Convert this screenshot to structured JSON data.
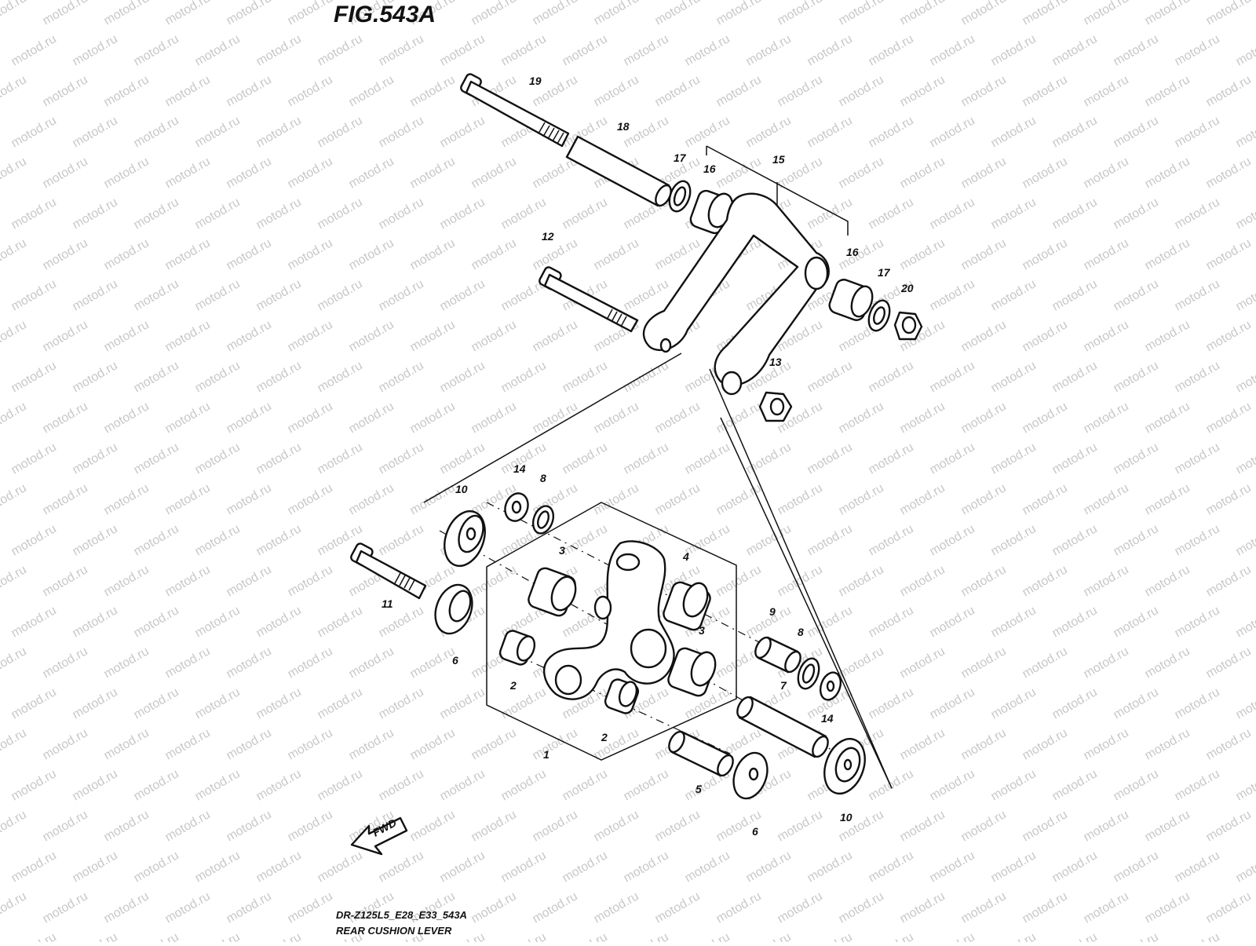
{
  "figure": {
    "title": "FIG.543A",
    "model_code": "DR-Z125L5_E28_E33_543A",
    "section_name": "REAR CUSHION LEVER"
  },
  "watermark": {
    "text": "motod.ru"
  },
  "direction_indicator": {
    "label": "FWD"
  },
  "callouts": [
    {
      "id": "c19",
      "text": "19"
    },
    {
      "id": "c18",
      "text": "18"
    },
    {
      "id": "c17a",
      "text": "17"
    },
    {
      "id": "c16a",
      "text": "16"
    },
    {
      "id": "c15",
      "text": "15"
    },
    {
      "id": "c12",
      "text": "12"
    },
    {
      "id": "c16b",
      "text": "16"
    },
    {
      "id": "c17b",
      "text": "17"
    },
    {
      "id": "c20",
      "text": "20"
    },
    {
      "id": "c13",
      "text": "13"
    },
    {
      "id": "c14a",
      "text": "14"
    },
    {
      "id": "c8a",
      "text": "8"
    },
    {
      "id": "c10a",
      "text": "10"
    },
    {
      "id": "c3a",
      "text": "3"
    },
    {
      "id": "c4",
      "text": "4"
    },
    {
      "id": "c11",
      "text": "11"
    },
    {
      "id": "c9",
      "text": "9"
    },
    {
      "id": "c8b",
      "text": "8"
    },
    {
      "id": "c3b",
      "text": "3"
    },
    {
      "id": "c6a",
      "text": "6"
    },
    {
      "id": "c2a",
      "text": "2"
    },
    {
      "id": "c7",
      "text": "7"
    },
    {
      "id": "c14b",
      "text": "14"
    },
    {
      "id": "c2b",
      "text": "2"
    },
    {
      "id": "c1",
      "text": "1"
    },
    {
      "id": "c5",
      "text": "5"
    },
    {
      "id": "c6b",
      "text": "6"
    },
    {
      "id": "c10b",
      "text": "10"
    }
  ]
}
